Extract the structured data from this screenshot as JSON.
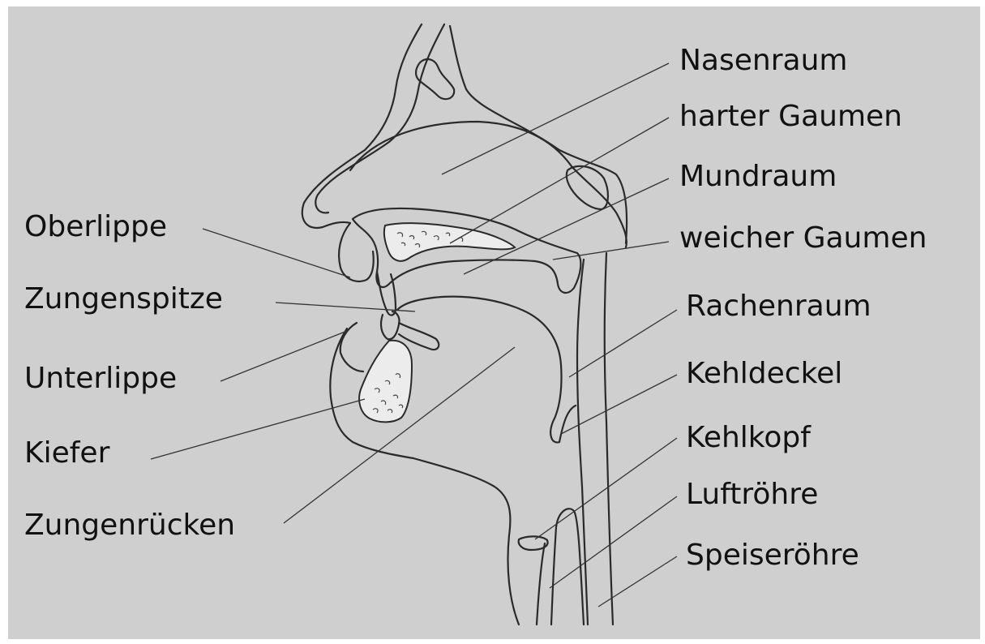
{
  "labels": {
    "nasenraum": "Nasenraum",
    "harter_gaumen": "harter Gaumen",
    "mundraum": "Mundraum",
    "weicher_gaumen": "weicher Gaumen",
    "rachenraum": "Rachenraum",
    "kehldeckel": "Kehldeckel",
    "kehlkopf": "Kehlkopf",
    "luftroehre": "Luftröhre",
    "speiseroehre": "Speiseröhre",
    "oberlippe": "Oberlippe",
    "zungenspitze": "Zungenspitze",
    "unterlippe": "Unterlippe",
    "kiefer": "Kiefer",
    "zungenruecken": "Zungenrücken"
  }
}
